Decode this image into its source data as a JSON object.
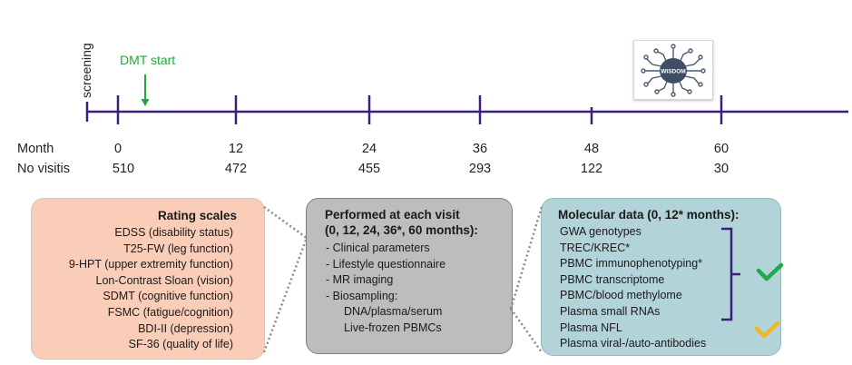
{
  "timeline": {
    "screening_label": "screening",
    "dmt_label": "DMT start",
    "dmt_color": "#22a73a",
    "axis_color": "#3d1f7a",
    "row_month_label": "Month",
    "row_visits_label": "No visitis",
    "ticks": [
      {
        "month": "0",
        "visits": "510"
      },
      {
        "month": "12",
        "visits": "472"
      },
      {
        "month": "24",
        "visits": "455"
      },
      {
        "month": "36",
        "visits": "293"
      },
      {
        "month": "48",
        "visits": "122"
      },
      {
        "month": "60",
        "visits": "30"
      }
    ]
  },
  "logo": {
    "text": "WISDOM",
    "icon": "circuit-brain-logo"
  },
  "rating_scales": {
    "title": "Rating scales",
    "items": [
      "EDSS (disability status)",
      "T25-FW (leg function)",
      "9-HPT (upper extremity function)",
      "Lon-Contrast Sloan (vision)",
      "SDMT (cognitive function)",
      "FSMC (fatigue/cognition)",
      "BDI-II (depression)",
      "SF-36 (quality of life)"
    ]
  },
  "visit_box": {
    "title_line1": "Performed at each visit",
    "title_line2": "(0, 12, 24, 36*, 60 months):",
    "items": [
      "- Clinical parameters",
      "- Lifestyle questionnaire",
      "- MR imaging",
      "- Biosampling:"
    ],
    "sub_items": [
      "DNA/plasma/serum",
      "Live-frozen PBMCs"
    ]
  },
  "molecular": {
    "title": "Molecular data (0, 12* months):",
    "items": [
      "GWA genotypes",
      "TREC/KREC*",
      "PBMC immunophenotyping*",
      "PBMC transcriptome",
      "PBMC/blood methylome",
      "Plasma small RNAs",
      "Plasma NFL",
      "Plasma viral-/auto-antibodies"
    ],
    "check_green": "#20a84a",
    "check_yellow": "#f0b723",
    "bracket_color": "#3d1f7a"
  }
}
